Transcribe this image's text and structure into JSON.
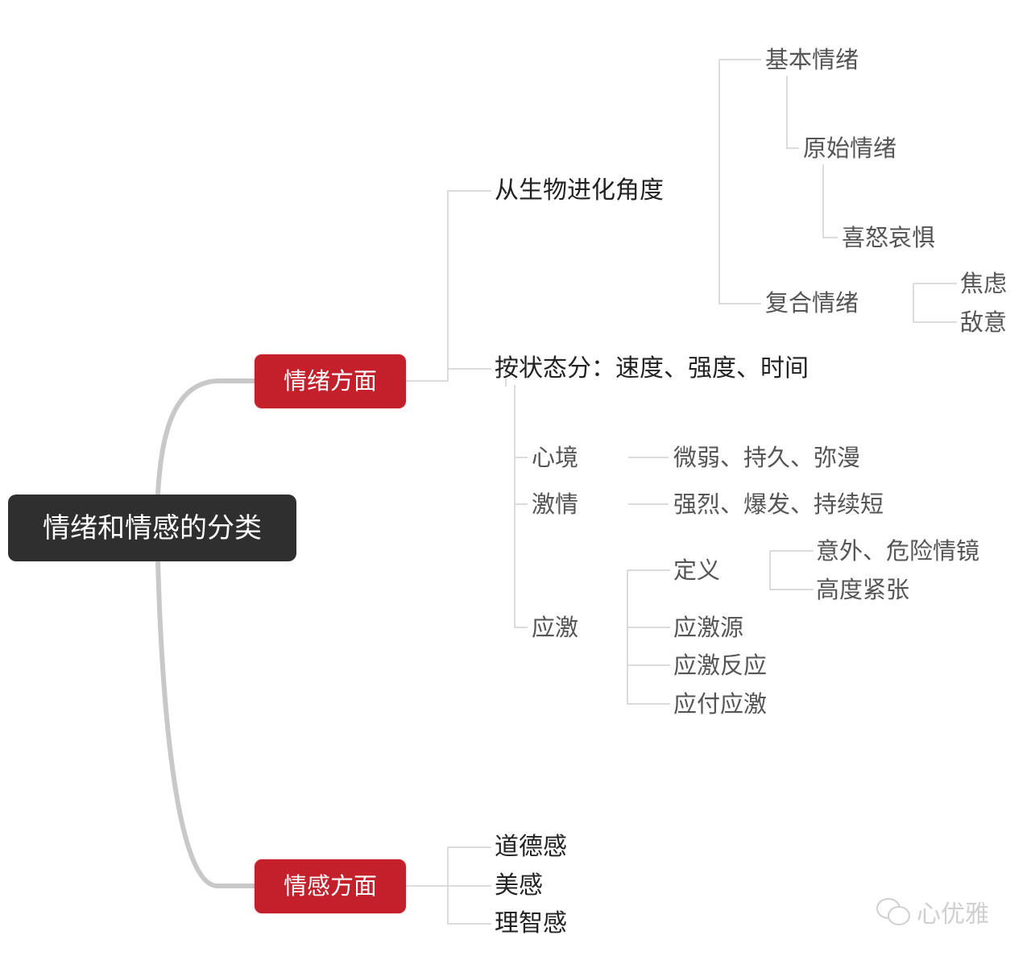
{
  "root": {
    "label": "情绪和情感的分类"
  },
  "branches": [
    {
      "label": "情绪方面",
      "children": [
        {
          "label": "从生物进化角度",
          "children": [
            {
              "label": "基本情绪",
              "children": [
                {
                  "label": "原始情绪",
                  "children": [
                    {
                      "label": "喜怒哀惧"
                    }
                  ]
                }
              ]
            },
            {
              "label": "复合情绪",
              "children": [
                {
                  "label": "焦虑"
                },
                {
                  "label": "敌意"
                }
              ]
            }
          ]
        },
        {
          "label": "按状态分：速度、强度、时间",
          "children": [
            {
              "label": "心境",
              "children": [
                {
                  "label": "微弱、持久、弥漫"
                }
              ]
            },
            {
              "label": "激情",
              "children": [
                {
                  "label": "强烈、爆发、持续短"
                }
              ]
            },
            {
              "label": "应激",
              "children": [
                {
                  "label": "定义",
                  "children": [
                    {
                      "label": "意外、危险情镜"
                    },
                    {
                      "label": "高度紧张"
                    }
                  ]
                },
                {
                  "label": "应激源"
                },
                {
                  "label": "应激反应"
                },
                {
                  "label": "应付应激"
                }
              ]
            }
          ]
        }
      ]
    },
    {
      "label": "情感方面",
      "children": [
        {
          "label": "道德感"
        },
        {
          "label": "美感"
        },
        {
          "label": "理智感"
        }
      ]
    }
  ],
  "watermark": {
    "icon": "wechat-icon",
    "text": "心优雅"
  },
  "colors": {
    "root_bg": "#2f2f2f",
    "branch_bg": "#c3202b",
    "line": "#cccccc",
    "trunk": "#c8c8c8"
  }
}
